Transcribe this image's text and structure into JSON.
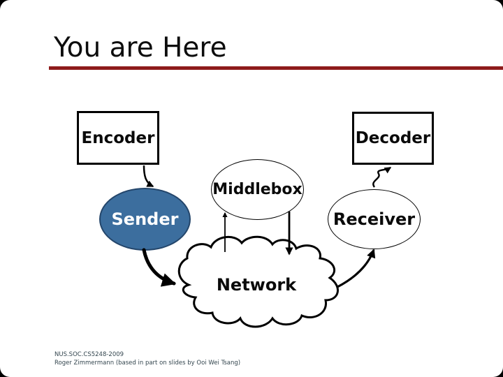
{
  "slide": {
    "title": "You are Here",
    "accent_color": "#8e1b1b",
    "background_color": "#ffffff"
  },
  "diagram": {
    "nodes": {
      "encoder": "Encoder",
      "decoder": "Decoder",
      "middlebox": "Middlebox",
      "sender": "Sender",
      "receiver": "Receiver",
      "network": "Network"
    },
    "sender_fill_color": "#3c6e9e",
    "sender_border_color": "#24466b",
    "edges": [
      "encoder -> sender",
      "sender -> network",
      "network -> receiver",
      "receiver -> decoder",
      "network -> middlebox",
      "middlebox -> network"
    ]
  },
  "footer": {
    "line1": "NUS.SOC.CS5248-2009",
    "line2": "Roger Zimmermann (based in part on slides by Ooi Wei Tsang)"
  }
}
